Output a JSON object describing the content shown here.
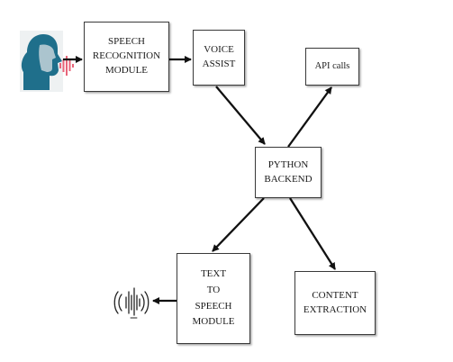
{
  "nodes": {
    "speech_recognition": "SPEECH\nRECOGNITION\nMODULE",
    "voice_assist": "VOICE\nASSIST",
    "api_calls": "API calls",
    "python_backend": "PYTHON\nBACKEND",
    "text_to_speech": "TEXT\nTO\nSPEECH\nMODULE",
    "content_extraction": "CONTENT\nEXTRACTION"
  },
  "icons": {
    "input": "person-speaking-icon",
    "output": "sound-wave-icon"
  },
  "colors": {
    "person_head": "#1f6f8b",
    "person_face": "#c4d3d9",
    "speech_waves": "#e8657a",
    "line": "#111111"
  }
}
